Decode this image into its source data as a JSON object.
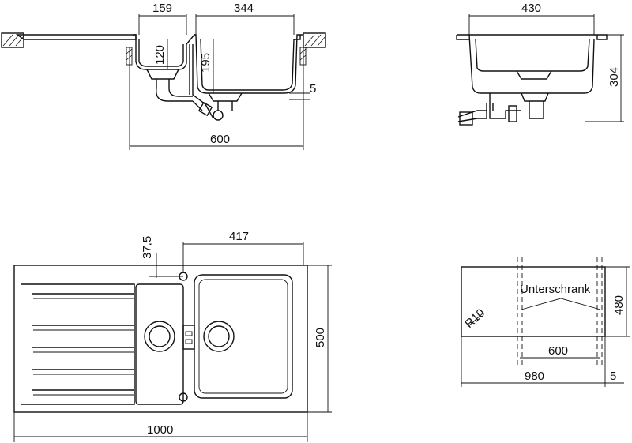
{
  "side_view": {
    "dim_left_bowl_width": "159",
    "dim_main_bowl_width": "344",
    "dim_small_bowl_depth": "120",
    "dim_main_bowl_depth": "195",
    "dim_rim_thickness": "5",
    "dim_cabinet_width": "600"
  },
  "end_view": {
    "dim_width": "430",
    "dim_height": "304"
  },
  "top_view": {
    "dim_tap_hole_offset": "37,5",
    "dim_main_bowl_width": "417",
    "dim_depth": "500",
    "dim_total_width": "1000"
  },
  "cutout": {
    "label": "Unterschrank",
    "radius_label": "R10",
    "dim_depth": "480",
    "dim_cabinet": "600",
    "dim_cutout_width": "980",
    "dim_offset": "5"
  }
}
